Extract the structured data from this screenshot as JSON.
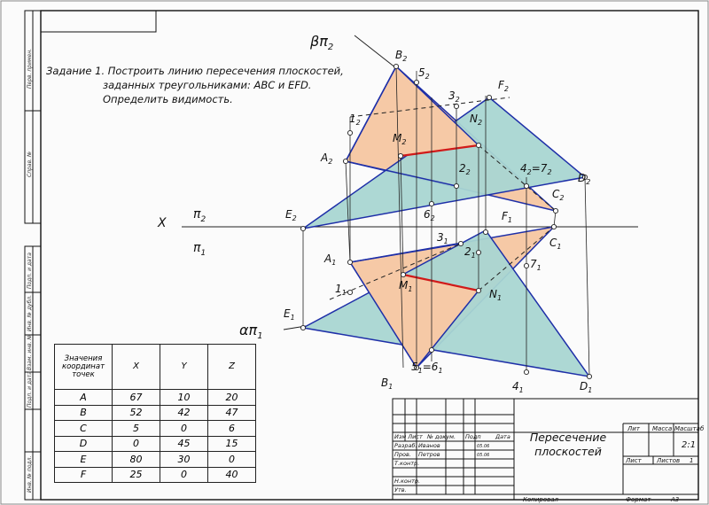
{
  "task": {
    "line1": "Задание 1. Построить линию пересечения плоскостей,",
    "line2": "заданных треугольниками: ABC и EFD.",
    "line3": "Определить видимость."
  },
  "axis": {
    "x_label": "X",
    "pi2_label": "π",
    "pi2_sub": "2",
    "pi1_label": "π",
    "pi1_sub": "1"
  },
  "trace_labels": {
    "beta": "βπ",
    "beta_sub": "2",
    "alpha": "απ",
    "alpha_sub": "1"
  },
  "points": {
    "B2": {
      "t": "B",
      "s": "2"
    },
    "52": {
      "t": "5",
      "s": "2"
    },
    "32": {
      "t": "3",
      "s": "2"
    },
    "F2": {
      "t": "F",
      "s": "2"
    },
    "12": {
      "t": "1",
      "s": "2"
    },
    "M2": {
      "t": "M",
      "s": "2"
    },
    "N2": {
      "t": "N",
      "s": "2"
    },
    "A2": {
      "t": "A",
      "s": "2"
    },
    "22": {
      "t": "2",
      "s": "2"
    },
    "42_72": {
      "t": "4",
      "s": "2",
      "t2": "=7",
      "s2": "2"
    },
    "D2": {
      "t": "D",
      "s": "2"
    },
    "C2": {
      "t": "C",
      "s": "2"
    },
    "E2": {
      "t": "E",
      "s": "2"
    },
    "62": {
      "t": "6",
      "s": "2"
    },
    "F1": {
      "t": "F",
      "s": "1"
    },
    "31": {
      "t": "3",
      "s": "1"
    },
    "21": {
      "t": "2",
      "s": "1"
    },
    "C1": {
      "t": "C",
      "s": "1"
    },
    "A1": {
      "t": "A",
      "s": "1"
    },
    "71": {
      "t": "7",
      "s": "1"
    },
    "11": {
      "t": "1",
      "s": "1"
    },
    "M1": {
      "t": "M",
      "s": "1"
    },
    "N1": {
      "t": "N",
      "s": "1"
    },
    "E1": {
      "t": "E",
      "s": "1"
    },
    "B1": {
      "t": "B",
      "s": "1"
    },
    "51_61": {
      "t": "5",
      "s": "1",
      "t2": "=6",
      "s2": "1"
    },
    "41": {
      "t": "4",
      "s": "1"
    },
    "D1": {
      "t": "D",
      "s": "1"
    }
  },
  "table": {
    "header": [
      "Значения координат точек",
      "X",
      "Y",
      "Z"
    ],
    "rows": [
      [
        "A",
        "67",
        "10",
        "20"
      ],
      [
        "B",
        "52",
        "42",
        "47"
      ],
      [
        "C",
        "5",
        "0",
        "6"
      ],
      [
        "D",
        "0",
        "45",
        "15"
      ],
      [
        "E",
        "80",
        "30",
        "0"
      ],
      [
        "F",
        "25",
        "0",
        "40"
      ]
    ]
  },
  "stamp": {
    "title": "Пересечение плоскостей",
    "lit": "Лит",
    "mass": "Масса",
    "scale": "Масштаб",
    "scale_value": "2:1",
    "sheet": "Лист",
    "sheets": "Листов",
    "sheets_value": "1",
    "copied": "Копировал",
    "format": "Формат",
    "format_value": "А3",
    "izm": "Изм Лист",
    "doc": "№ докум.",
    "sign": "Подп",
    "date": "Дата",
    "razrab": "Разраб.",
    "razrab_name": "Иванов",
    "prov": "Пров.",
    "prov_name": "Петров",
    "tkontr": "Т.контр.",
    "nkontr": "Н.контр.",
    "utv": "Утв.",
    "d1": "05.06",
    "d2": "05.06"
  },
  "side": [
    "Перв. примен.",
    "Справ. №",
    "Подп. и дата",
    "Инв. № дубл.",
    "Взам. инв. №",
    "Подп. и дата",
    "Инв. № подл."
  ],
  "colors": {
    "abc_fill": "#f6c9a6",
    "efd_fill": "#a9d6d2",
    "edge": "#1e2fa8",
    "cut": "#d11a1a",
    "construct": "#222222"
  }
}
